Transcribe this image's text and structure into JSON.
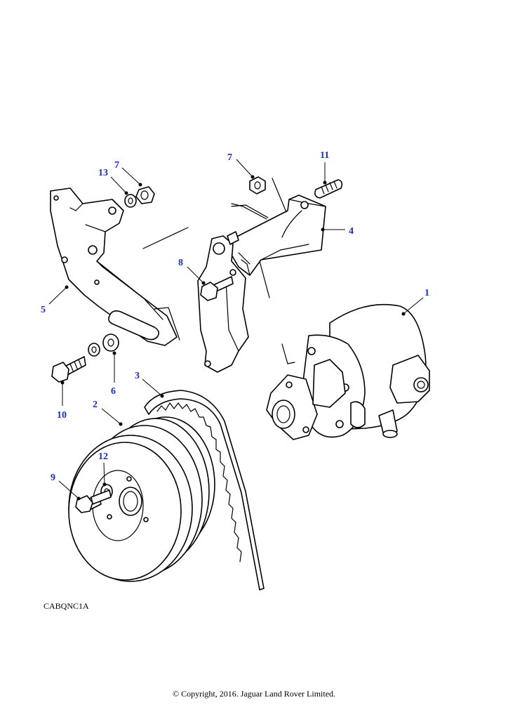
{
  "drawing_code": "CABQNC1A",
  "copyright": "© Copyright, 2016. Jaguar Land Rover Limited.",
  "label_color": "#1a2fbf",
  "callouts": {
    "p1": "1",
    "p2": "2",
    "p3": "3",
    "p4": "4",
    "p5": "5",
    "p6": "6",
    "p7a": "7",
    "p7b": "7",
    "p8": "8",
    "p9": "9",
    "p10": "10",
    "p11": "11",
    "p12": "12",
    "p13": "13"
  }
}
